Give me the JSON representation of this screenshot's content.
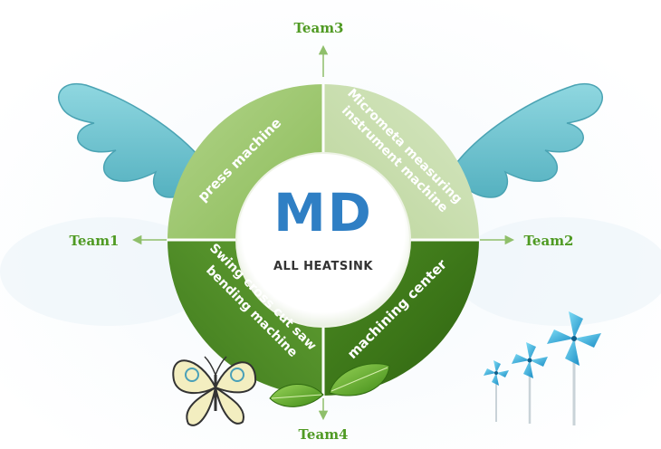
{
  "diagram": {
    "logo": {
      "main": "MD",
      "sub": "ALL HEATSINK"
    },
    "teams": {
      "top": "Team3",
      "right": "Team2",
      "bottom": "Team4",
      "left": "Team1"
    },
    "quadrants": {
      "top_left": [
        "press machine"
      ],
      "top_right": [
        "Micrometa measuring",
        "instrument machine"
      ],
      "bottom_left": [
        "Swing cross cut saw",
        "bending machine"
      ],
      "bottom_right": [
        "machining center"
      ]
    },
    "colors": {
      "top_left": "#9ac46a",
      "top_right": "#c7dcab",
      "bottom_left": "#4f8a25",
      "bottom_right": "#3f7418",
      "team_text": "#4f9a22",
      "wings": "#6fc3cf",
      "logo": "#2f7fc4"
    },
    "icons": [
      "wing-icon",
      "butterfly-icon",
      "leaf-icon",
      "pinwheel-icon"
    ]
  }
}
